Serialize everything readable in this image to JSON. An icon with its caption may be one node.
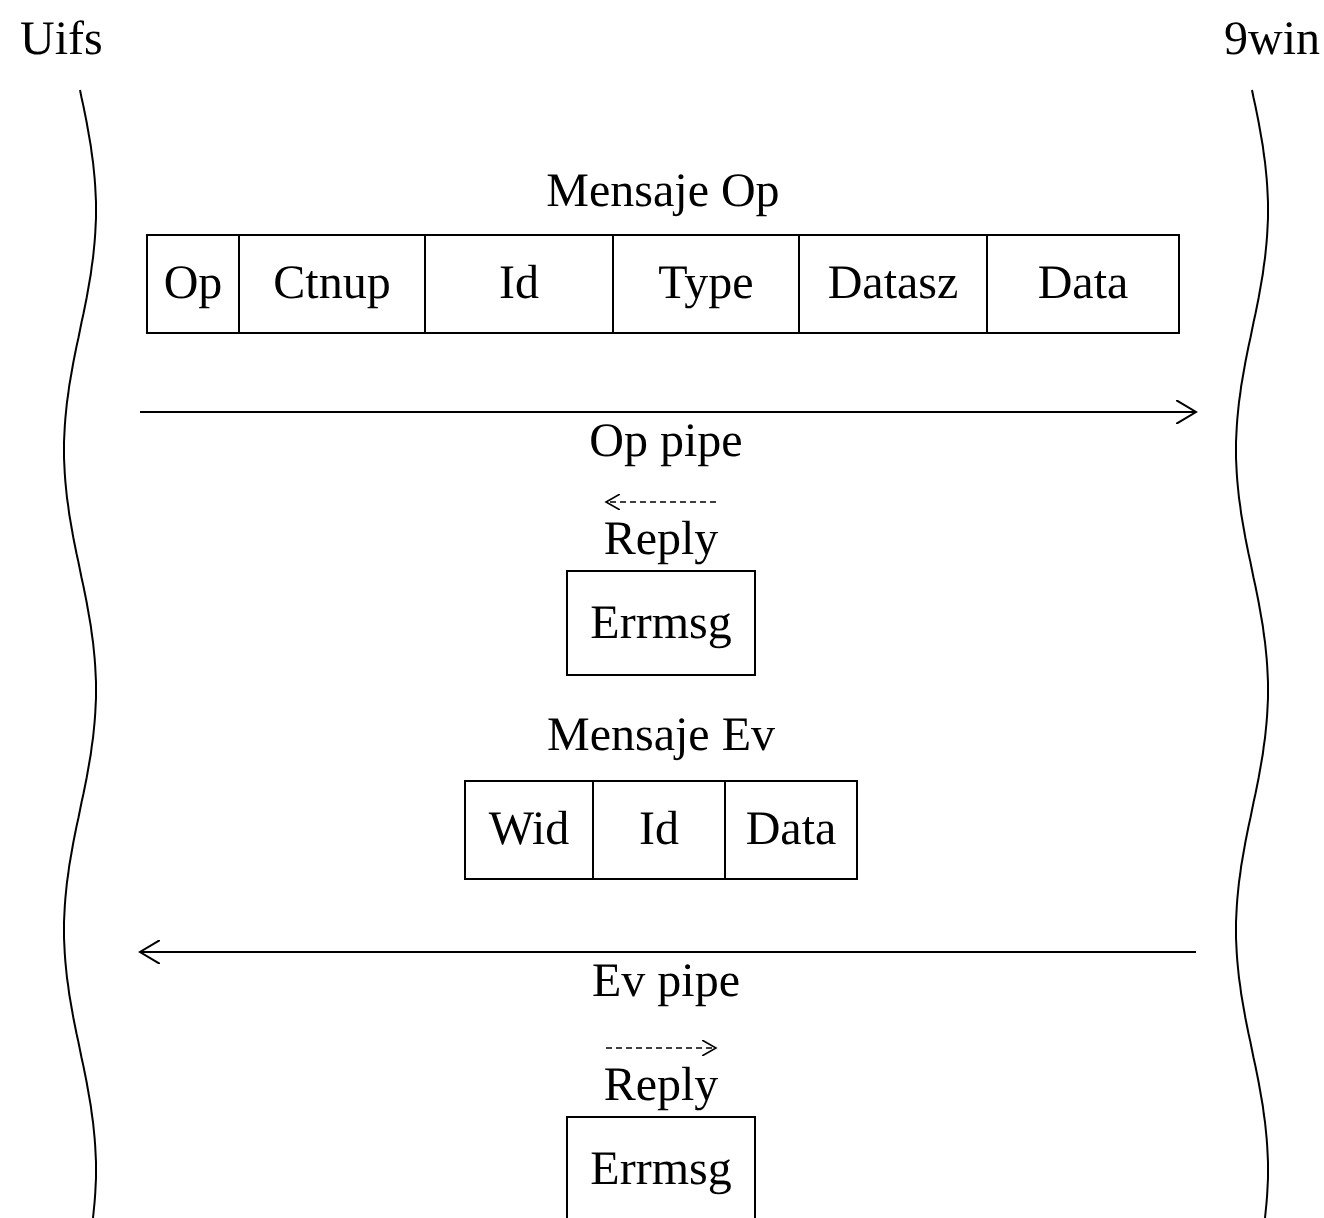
{
  "diagram": {
    "nodes": [
      {
        "text": [
          "Uifs"
        ]
      },
      {
        "text": [
          "9win"
        ]
      },
      {
        "text": [
          "Mensaje Op"
        ]
      },
      {
        "text": [
          "Op"
        ],
        "in": 2
      },
      {
        "text": [
          "Ctnup"
        ],
        "in": 2
      },
      {
        "text": [
          "Id"
        ],
        "in": 2
      },
      {
        "text": [
          "Type"
        ],
        "in": 2
      },
      {
        "text": [
          "Datasz"
        ],
        "in": 2
      },
      {
        "text": [
          "Data"
        ],
        "in": 2
      },
      {
        "text": [
          "Reply",
          "Errmsg"
        ]
      },
      {
        "text": [
          "Mensaje Ev"
        ]
      },
      {
        "text": [
          "Wid"
        ],
        "in": 10
      },
      {
        "text": [
          "Id"
        ],
        "in": 10
      },
      {
        "text": [
          "Data"
        ],
        "in": 10
      },
      {
        "text": [
          "Reply",
          "Errmsg"
        ]
      }
    ],
    "edges": [
      {
        "from": 0,
        "to": 1,
        "arrow": "to",
        "label": "Op pipe"
      },
      {
        "from": 1,
        "to": 0,
        "arrow": "to",
        "label": "Ev pipe"
      }
    ]
  }
}
